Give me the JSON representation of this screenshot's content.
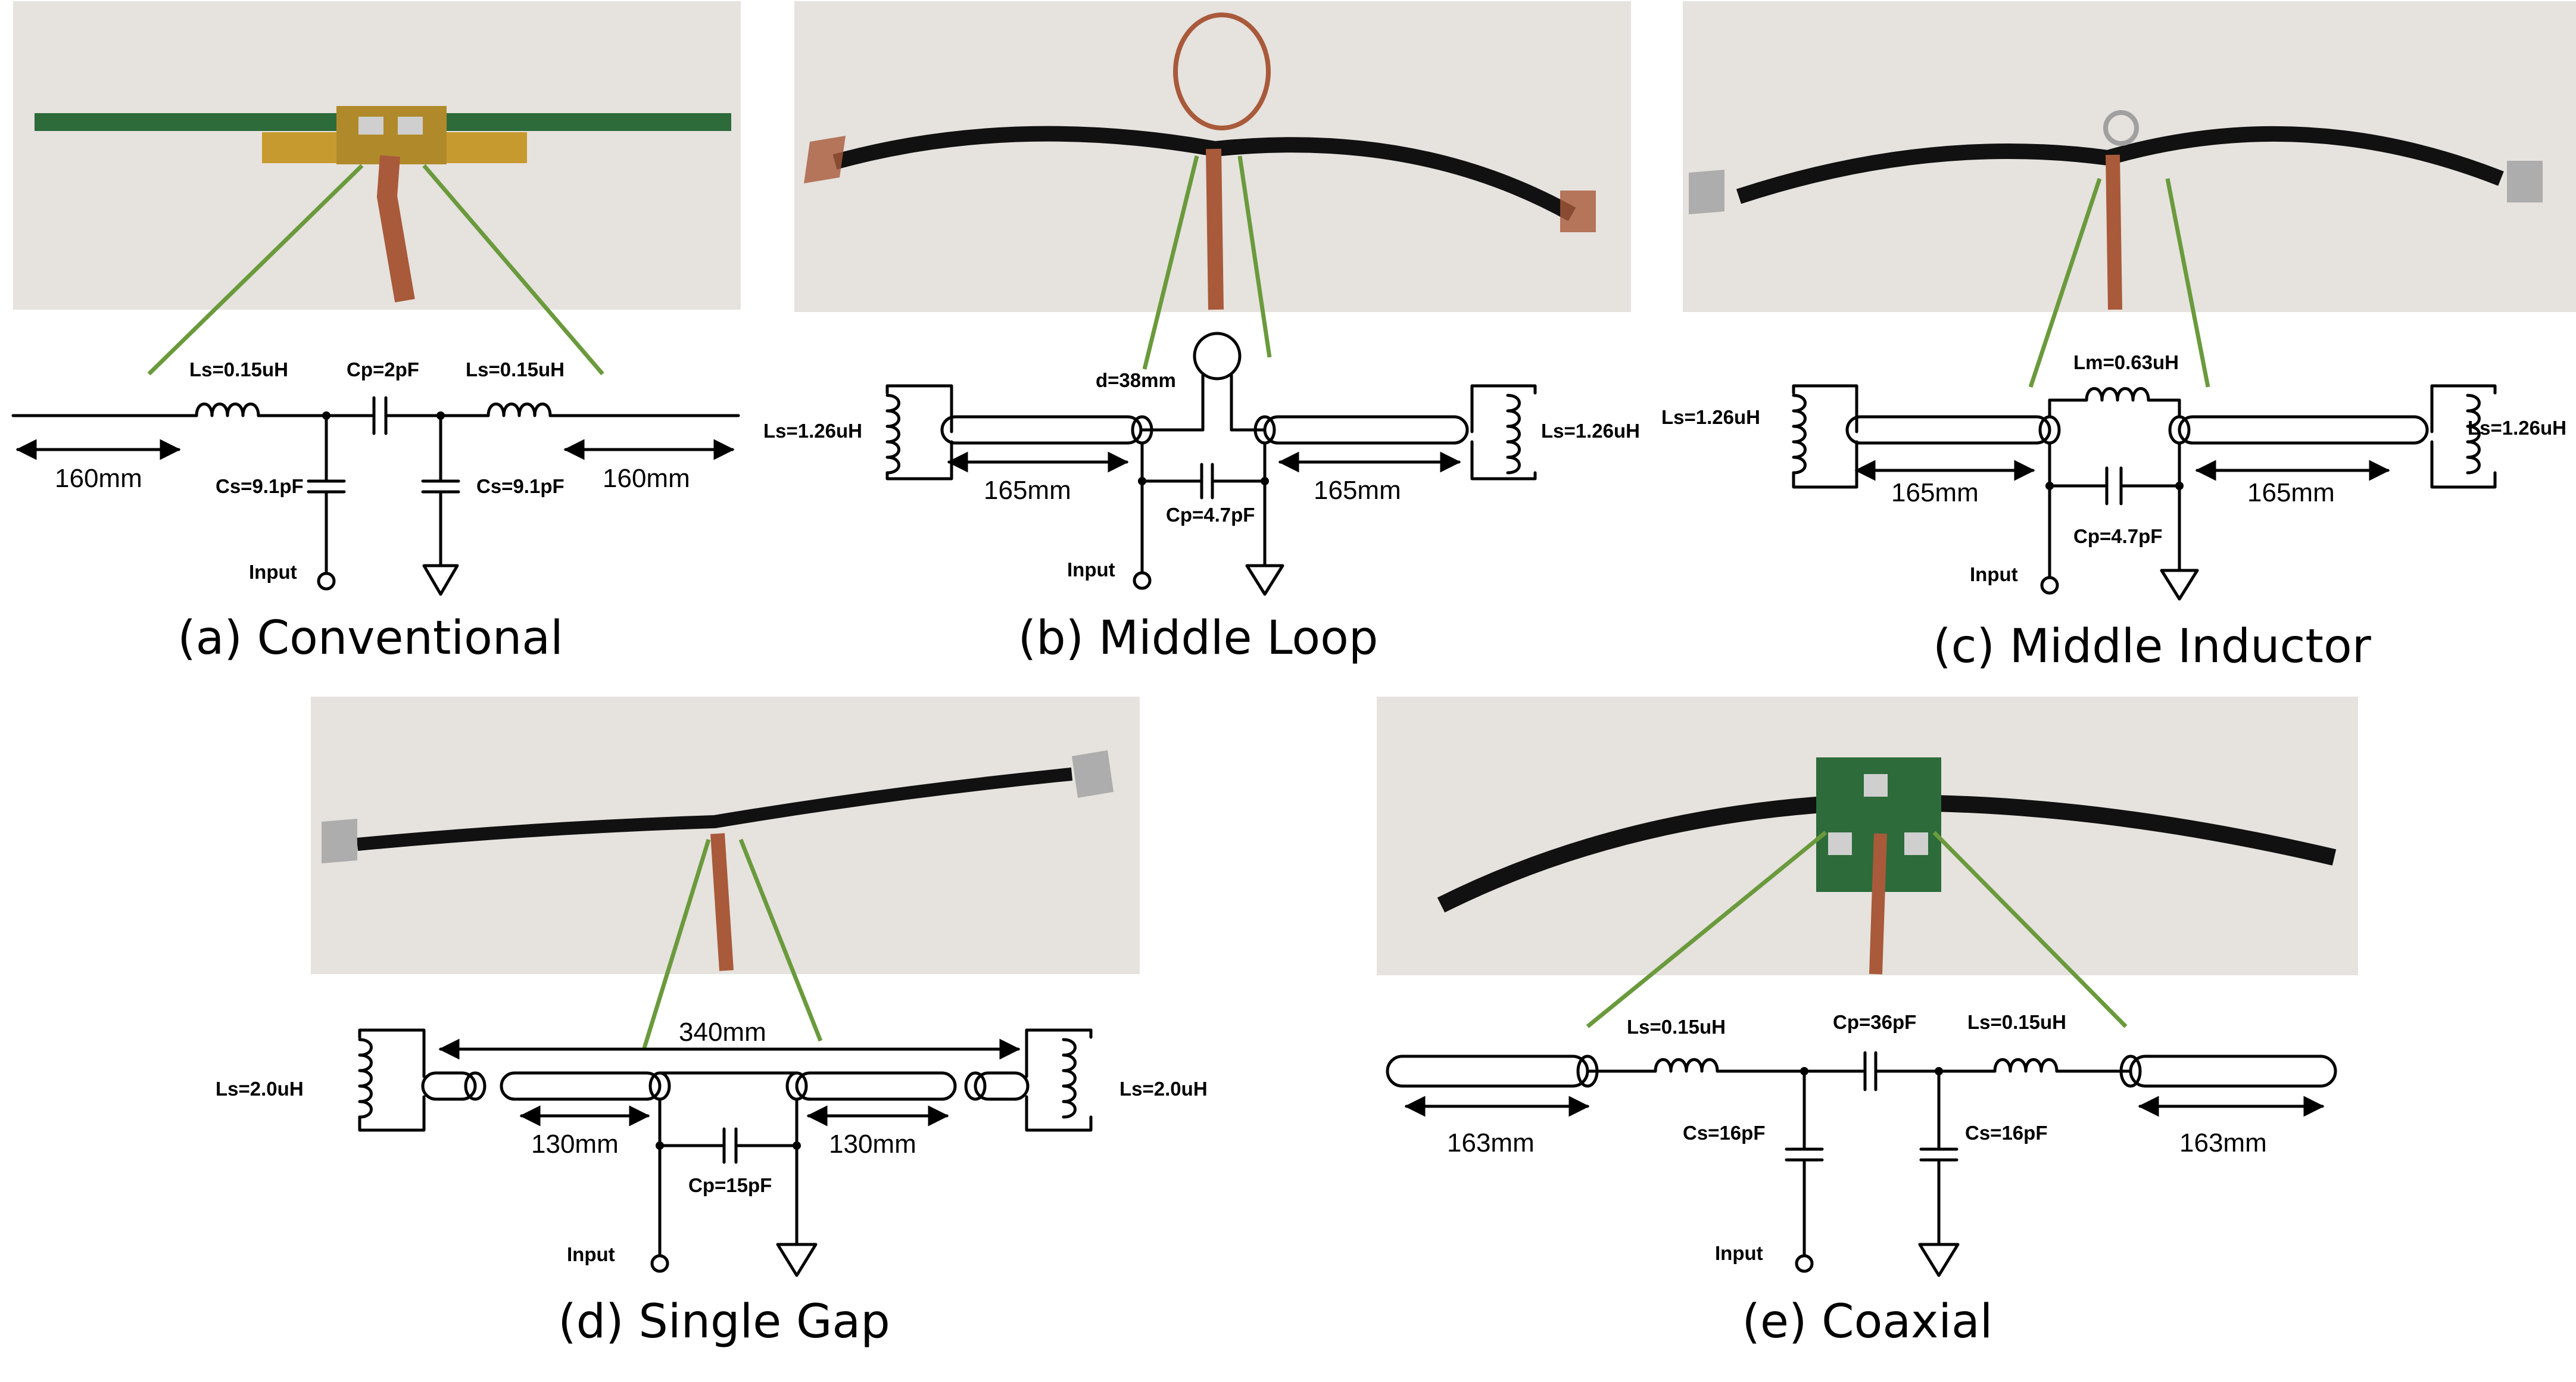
{
  "colors": {
    "leader_line": "#6a9a3c",
    "wire": "#000000",
    "photo_background": "#e6e2de",
    "pcb_green": "#2d6b3a",
    "pcb_gold": "#c79a2f",
    "cable_black": "#111111",
    "copper": "#a85a3a"
  },
  "panels": {
    "a": {
      "caption": "(a) Conventional",
      "ls_left": "Ls=0.15uH",
      "cp": "Cp=2pF",
      "ls_right": "Ls=0.15uH",
      "cs_left": "Cs=9.1pF",
      "cs_right": "Cs=9.1pF",
      "len_left": "160mm",
      "len_right": "160mm",
      "input": "Input"
    },
    "b": {
      "caption": "(b) Middle Loop",
      "loop_d": "d=38mm",
      "ls_left": "Ls=1.26uH",
      "ls_right": "Ls=1.26uH",
      "len_left": "165mm",
      "len_right": "165mm",
      "cp": "Cp=4.7pF",
      "input": "Input"
    },
    "c": {
      "caption": "(c) Middle Inductor",
      "lm": "Lm=0.63uH",
      "ls_left": "Ls=1.26uH",
      "ls_right": "Ls=1.26uH",
      "len_left": "165mm",
      "len_right": "165mm",
      "cp": "Cp=4.7pF",
      "input": "Input"
    },
    "d": {
      "caption": "(d) Single Gap",
      "total_len": "340mm",
      "ls_left": "Ls=2.0uH",
      "ls_right": "Ls=2.0uH",
      "len_left": "130mm",
      "len_right": "130mm",
      "cp": "Cp=15pF",
      "input": "Input"
    },
    "e": {
      "caption": "(e) Coaxial",
      "ls_left": "Ls=0.15uH",
      "cp": "Cp=36pF",
      "ls_right": "Ls=0.15uH",
      "cs_left": "Cs=16pF",
      "cs_right": "Cs=16pF",
      "len_left": "163mm",
      "len_right": "163mm",
      "input": "Input"
    }
  }
}
